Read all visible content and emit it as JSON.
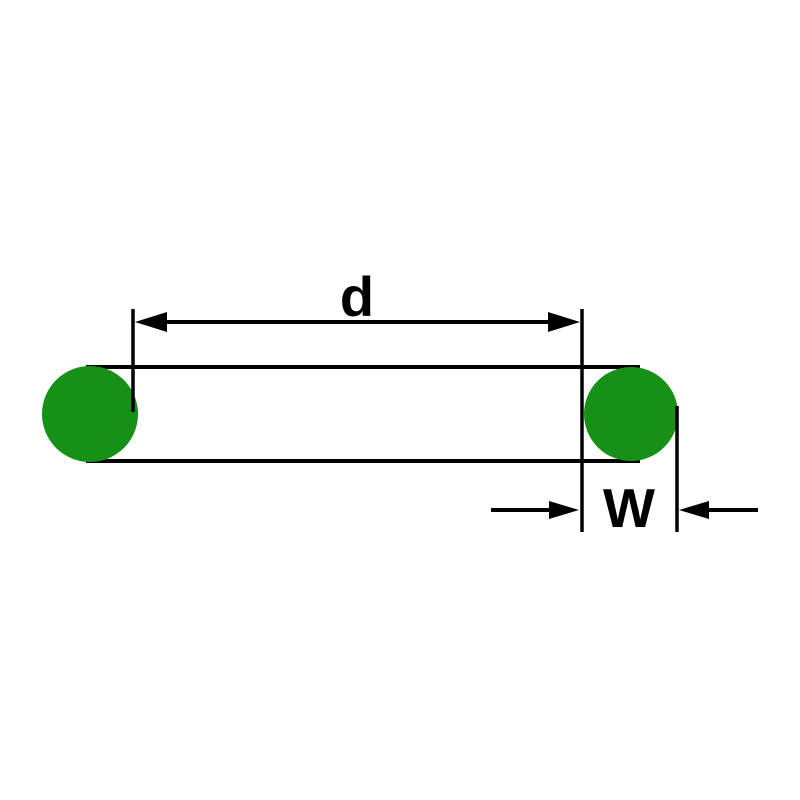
{
  "diagram": {
    "type": "technical-dimension-diagram",
    "subject": "O-ring side profile with cross-section circles and dimension callouts",
    "labels": {
      "inner_diameter": "d",
      "cross_section_width": "W"
    },
    "colors": {
      "oring": "#169016",
      "line": "#000000",
      "background": "#ffffff"
    }
  }
}
